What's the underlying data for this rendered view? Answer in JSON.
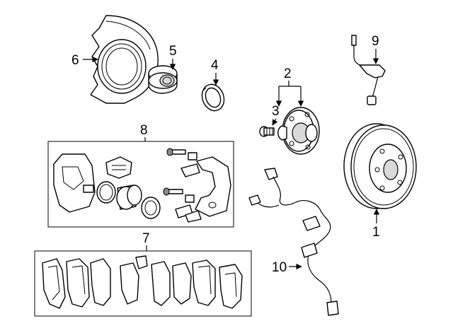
{
  "diagram": {
    "title": "Front brake components exploded view",
    "callouts": [
      {
        "id": "1",
        "label": "1",
        "part": "brake rotor"
      },
      {
        "id": "2",
        "label": "2",
        "part": "hub assembly"
      },
      {
        "id": "3",
        "label": "3",
        "part": "hub bolt"
      },
      {
        "id": "4",
        "label": "4",
        "part": "snap ring"
      },
      {
        "id": "5",
        "label": "5",
        "part": "wheel bearing"
      },
      {
        "id": "6",
        "label": "6",
        "part": "splash shield"
      },
      {
        "id": "7",
        "label": "7",
        "part": "brake pad set"
      },
      {
        "id": "8",
        "label": "8",
        "part": "caliper assembly"
      },
      {
        "id": "9",
        "label": "9",
        "part": "pad wear sensor"
      },
      {
        "id": "10",
        "label": "10",
        "part": "ABS sensor"
      }
    ]
  }
}
